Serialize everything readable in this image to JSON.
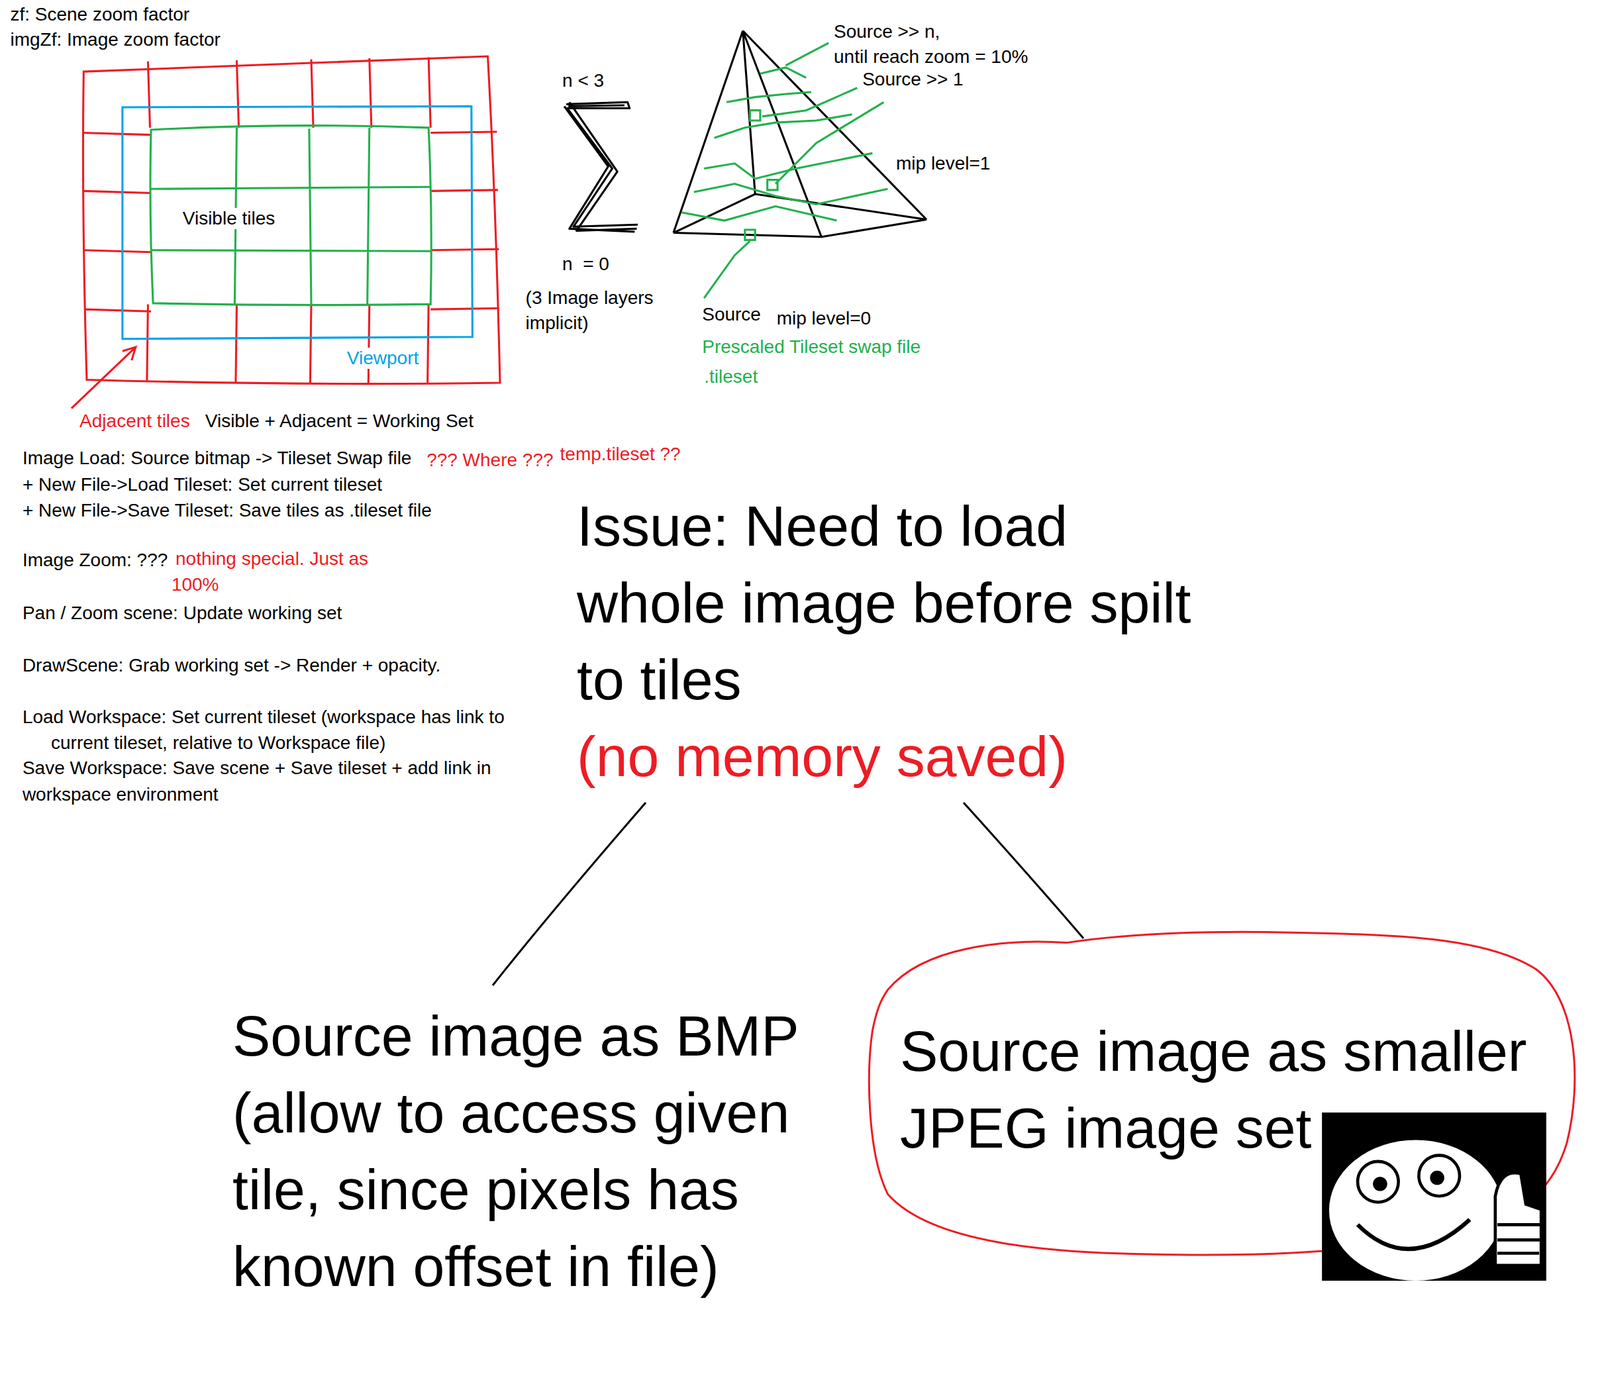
{
  "diagram": {
    "nodes": [
      {
        "text": [
          "Issue: Need to load whole image before spilt to tiles",
          "(no memory saved)"
        ]
      },
      {
        "text": [
          "Source image as BMP (allow to access given tile, since pixels has known offset in file)"
        ]
      },
      {
        "text": [
          "Source image as smaller JPEG image set"
        ]
      }
    ],
    "edges": [
      {
        "from": 0,
        "to": 1,
        "arrow": "none"
      },
      {
        "from": 0,
        "to": 2,
        "arrow": "none"
      }
    ],
    "labels": [
      "zf: Scene zoom factor",
      "imgZf: Image zoom factor",
      "Visible tiles",
      "Viewport",
      "Adjacent tiles",
      "Visible + Adjacent = Working Set",
      "n < 3",
      "n  = 0",
      "(3 Image layers",
      "implicit)",
      "Source >> n,",
      "until reach zoom = 10%",
      "Source >> 1",
      "mip level=1",
      "Source",
      "mip level=0",
      "Prescaled Tileset swap file",
      ".tileset",
      "Image Load: Source bitmap -> Tileset Swap file",
      "??? Where ???",
      "temp.tileset ??",
      "+ New File->Load Tileset: Set current tileset",
      "+ New File->Save Tileset: Save tiles as .tileset file",
      "Image Zoom: ???",
      "nothing special. Just as",
      "100%",
      "Pan / Zoom scene: Update working set",
      "DrawScene: Grab working set -> Render + opacity.",
      "Load Workspace: Set current tileset (workspace has link to",
      "current tileset, relative to Workspace file)",
      "Save Workspace: Save scene + Save tileset + add link in",
      "workspace environment"
    ]
  }
}
